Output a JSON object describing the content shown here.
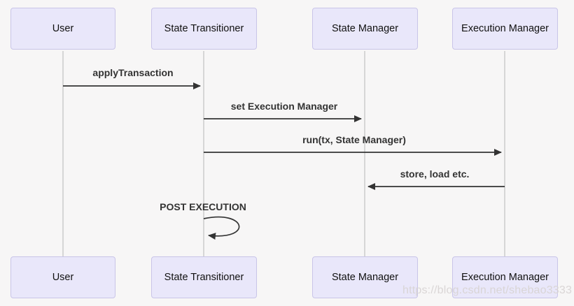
{
  "diagram": {
    "type": "sequence-diagram",
    "actors": [
      {
        "name": "User"
      },
      {
        "name": "State Transitioner"
      },
      {
        "name": "State Manager"
      },
      {
        "name": "Execution Manager"
      }
    ],
    "messages": [
      {
        "from": "User",
        "to": "State Transitioner",
        "label": "applyTransaction",
        "direction": "right"
      },
      {
        "from": "State Transitioner",
        "to": "State Manager",
        "label": "set Execution Manager",
        "direction": "right"
      },
      {
        "from": "State Transitioner",
        "to": "Execution Manager",
        "label": "run(tx, State Manager)",
        "direction": "right"
      },
      {
        "from": "Execution Manager",
        "to": "State Manager",
        "label": "store, load etc.",
        "direction": "left"
      },
      {
        "from": "State Transitioner",
        "to": "State Transitioner",
        "label": "POST EXECUTION",
        "direction": "self"
      }
    ],
    "watermark": "https://blog.csdn.net/shebao3333",
    "colors": {
      "background": "#f7f6f6",
      "actor_fill": "#e9e7fa",
      "actor_border": "#c9c5e8",
      "lifeline": "#d6d6d6",
      "arrow": "#333333",
      "message_text": "#333333",
      "actor_text": "#111111",
      "watermark_text": "#d8d4d4"
    }
  }
}
